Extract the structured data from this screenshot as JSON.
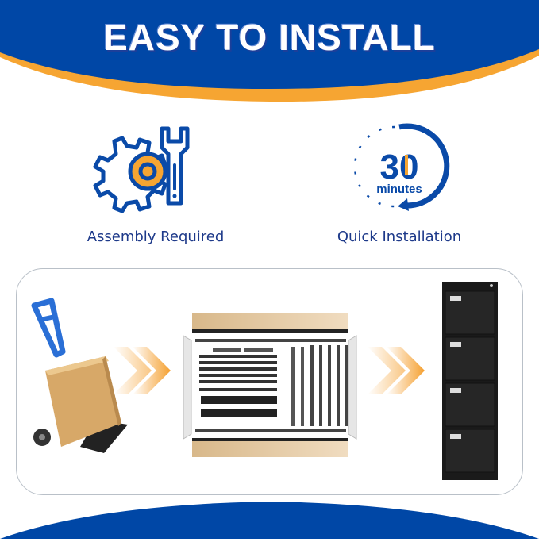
{
  "header": {
    "title": "EASY TO INSTALL",
    "colors": {
      "banner": "#0047a6",
      "accent_swoosh": "#f6a532"
    }
  },
  "features": [
    {
      "icon": "gear-wrench-icon",
      "label": "Assembly Required"
    },
    {
      "icon": "timer-30-icon",
      "label": "Quick Installation",
      "timer_number": "30",
      "timer_unit": "minutes"
    }
  ],
  "process": {
    "steps": [
      {
        "name": "delivery",
        "description": "hand truck with cardboard box"
      },
      {
        "name": "parts",
        "description": "unboxed cabinet panels and rails"
      },
      {
        "name": "assembled",
        "description": "black 4-drawer filing cabinet"
      }
    ],
    "arrow_color": "#f5a030"
  }
}
